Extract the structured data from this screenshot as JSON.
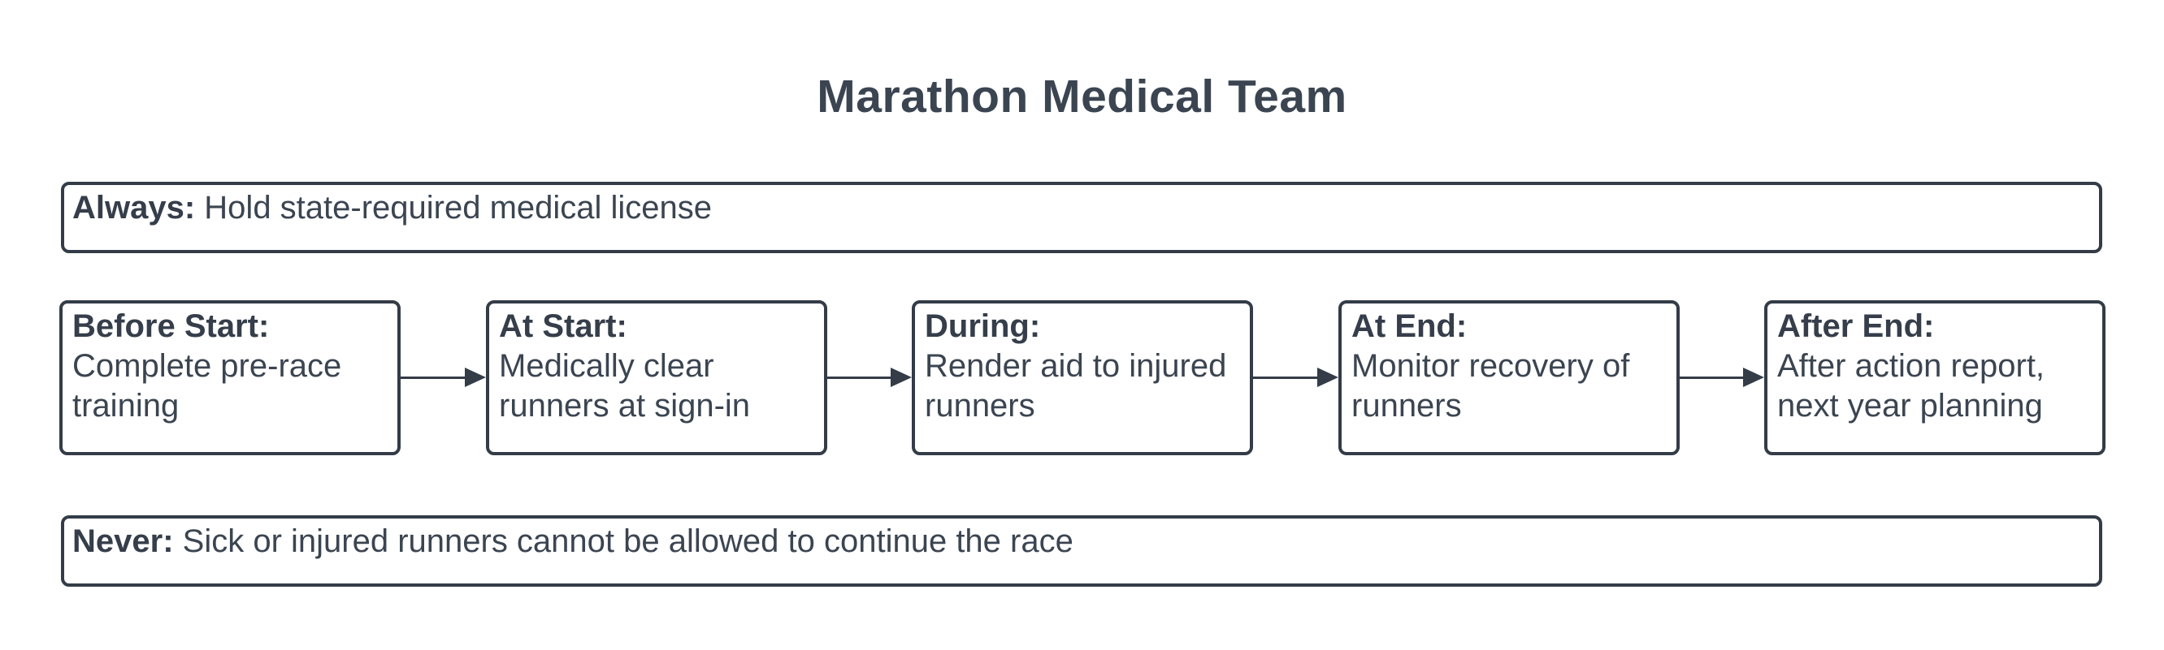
{
  "title": "Marathon Medical Team",
  "rules": {
    "always": {
      "label": "Always:",
      "text": "Hold state-required medical license"
    },
    "never": {
      "label": "Never:",
      "text": "Sick or injured runners cannot be allowed to continue the race"
    }
  },
  "stages": [
    {
      "label": "Before Start:",
      "text": "Complete pre-race training"
    },
    {
      "label": "At Start:",
      "text": "Medically clear runners at sign-in"
    },
    {
      "label": "During:",
      "text": "Render aid to injured runners"
    },
    {
      "label": "At End:",
      "text": "Monitor recovery of runners"
    },
    {
      "label": "After End:",
      "text": "After action report, next year planning"
    }
  ],
  "colors": {
    "border": "#333c47",
    "text": "#3b4551",
    "background": "#ffffff"
  }
}
